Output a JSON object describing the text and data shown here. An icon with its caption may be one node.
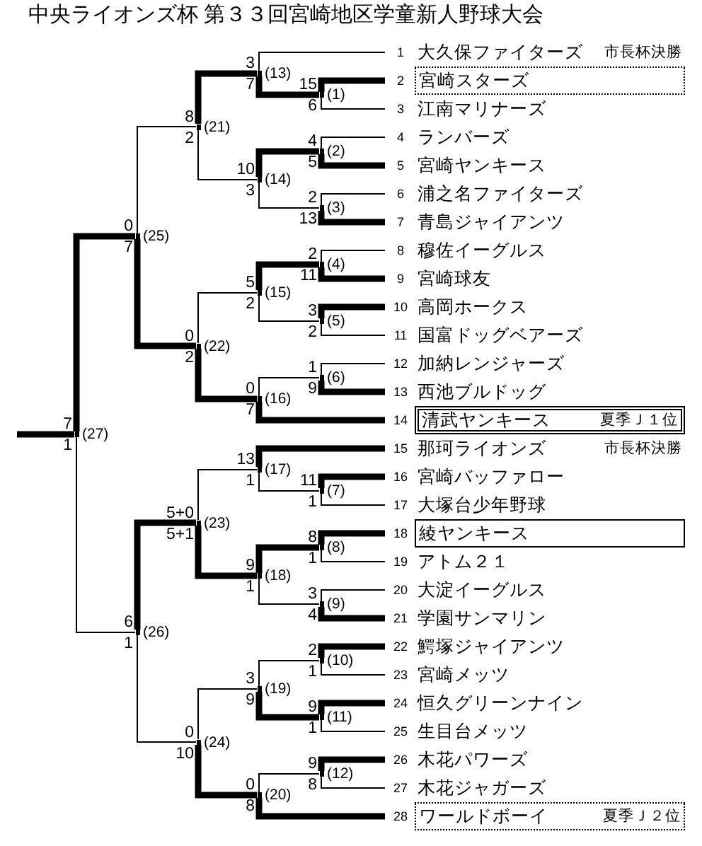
{
  "diagram": {
    "title": "中央ライオンズ杯 第３３回宮崎地区学童新人野球大会",
    "nodes": [
      {
        "text": [
          "大久保ファイターズ"
        ],
        "beside": [
          "1",
          "市長杯決勝"
        ]
      },
      {
        "text": [
          "宮崎スターズ"
        ],
        "beside": [
          "2"
        ]
      },
      {
        "text": [
          "江南マリナーズ"
        ],
        "beside": [
          "3"
        ]
      },
      {
        "text": [
          "ランバーズ"
        ],
        "beside": [
          "4"
        ]
      },
      {
        "text": [
          "宮崎ヤンキース"
        ],
        "beside": [
          "5"
        ]
      },
      {
        "text": [
          "浦之名ファイターズ"
        ],
        "beside": [
          "6"
        ]
      },
      {
        "text": [
          "青島ジャイアンツ"
        ],
        "beside": [
          "7"
        ]
      },
      {
        "text": [
          "穆佐イーグルス"
        ],
        "beside": [
          "8"
        ]
      },
      {
        "text": [
          "宮崎球友"
        ],
        "beside": [
          "9"
        ]
      },
      {
        "text": [
          "高岡ホークス"
        ],
        "beside": [
          "10"
        ]
      },
      {
        "text": [
          "国富ドッグベアーズ"
        ],
        "beside": [
          "11"
        ]
      },
      {
        "text": [
          "加納レンジャーズ"
        ],
        "beside": [
          "12"
        ]
      },
      {
        "text": [
          "西池ブルドッグ"
        ],
        "beside": [
          "13"
        ]
      },
      {
        "text": [
          "清武ヤンキース",
          "夏季Ｊ１位"
        ],
        "beside": [
          "14"
        ]
      },
      {
        "text": [
          "那珂ライオンズ"
        ],
        "beside": [
          "15",
          "市長杯決勝"
        ]
      },
      {
        "text": [
          "宮崎バッファロー"
        ],
        "beside": [
          "16"
        ]
      },
      {
        "text": [
          "大塚台少年野球"
        ],
        "beside": [
          "17"
        ]
      },
      {
        "text": [
          "綾ヤンキース"
        ],
        "beside": [
          "18"
        ]
      },
      {
        "text": [
          "アトム２１"
        ],
        "beside": [
          "19"
        ]
      },
      {
        "text": [
          "大淀イーグルス"
        ],
        "beside": [
          "20"
        ]
      },
      {
        "text": [
          "学園サンマリン"
        ],
        "beside": [
          "21"
        ]
      },
      {
        "text": [
          "鰐塚ジャイアンツ"
        ],
        "beside": [
          "22"
        ]
      },
      {
        "text": [
          "宮崎メッツ"
        ],
        "beside": [
          "23"
        ]
      },
      {
        "text": [
          "恒久グリーンナイン"
        ],
        "beside": [
          "24"
        ]
      },
      {
        "text": [
          "生目台メッツ"
        ],
        "beside": [
          "25"
        ]
      },
      {
        "text": [
          "木花パワーズ"
        ],
        "beside": [
          "26"
        ]
      },
      {
        "text": [
          "木花ジャガーズ"
        ],
        "beside": [
          "27"
        ]
      },
      {
        "text": [
          "ワールドボーイ",
          "夏季Ｊ２位"
        ],
        "beside": [
          "28"
        ]
      },
      {
        "text": [],
        "shape": "bar",
        "beside": [
          "(1)",
          "15",
          "6"
        ]
      },
      {
        "text": [],
        "shape": "bar",
        "beside": [
          "(2)",
          "4",
          "5"
        ]
      },
      {
        "text": [],
        "shape": "bar",
        "beside": [
          "(3)",
          "2",
          "13"
        ]
      },
      {
        "text": [],
        "shape": "bar",
        "beside": [
          "(4)",
          "2",
          "11"
        ]
      },
      {
        "text": [],
        "shape": "bar",
        "beside": [
          "(5)",
          "3",
          "2"
        ]
      },
      {
        "text": [],
        "shape": "bar",
        "beside": [
          "(6)",
          "1",
          "9"
        ]
      },
      {
        "text": [],
        "shape": "bar",
        "beside": [
          "(7)",
          "11",
          "1"
        ]
      },
      {
        "text": [],
        "shape": "bar",
        "beside": [
          "(8)",
          "8",
          "1"
        ]
      },
      {
        "text": [],
        "shape": "bar",
        "beside": [
          "(9)",
          "3",
          "4"
        ]
      },
      {
        "text": [],
        "shape": "bar",
        "beside": [
          "(10)",
          "2",
          "1"
        ]
      },
      {
        "text": [],
        "shape": "bar",
        "beside": [
          "(11)",
          "9",
          "1"
        ]
      },
      {
        "text": [],
        "shape": "bar",
        "beside": [
          "(12)",
          "9",
          "8"
        ]
      },
      {
        "text": [],
        "shape": "bar",
        "beside": [
          "(13)",
          "3",
          "7"
        ]
      },
      {
        "text": [],
        "shape": "bar",
        "beside": [
          "(14)",
          "10",
          "3"
        ]
      },
      {
        "text": [],
        "shape": "bar",
        "beside": [
          "(15)",
          "5",
          "2"
        ]
      },
      {
        "text": [],
        "shape": "bar",
        "beside": [
          "(16)",
          "0",
          "7"
        ]
      },
      {
        "text": [],
        "shape": "bar",
        "beside": [
          "(17)",
          "13",
          "1"
        ]
      },
      {
        "text": [],
        "shape": "bar",
        "beside": [
          "(18)",
          "9",
          "1"
        ]
      },
      {
        "text": [],
        "shape": "bar",
        "beside": [
          "(19)",
          "3",
          "9"
        ]
      },
      {
        "text": [],
        "shape": "bar",
        "beside": [
          "(20)",
          "0",
          "8"
        ]
      },
      {
        "text": [],
        "shape": "bar",
        "beside": [
          "(21)",
          "8",
          "2"
        ]
      },
      {
        "text": [],
        "shape": "bar",
        "beside": [
          "(22)",
          "0",
          "2"
        ]
      },
      {
        "text": [],
        "shape": "bar",
        "beside": [
          "(23)",
          "5+0",
          "5+1"
        ]
      },
      {
        "text": [],
        "shape": "bar",
        "beside": [
          "(24)",
          "0",
          "10"
        ]
      },
      {
        "text": [],
        "shape": "bar",
        "beside": [
          "(25)",
          "0",
          "7"
        ]
      },
      {
        "text": [],
        "shape": "bar",
        "beside": [
          "(26)",
          "6",
          "1"
        ]
      },
      {
        "text": [],
        "shape": "bar",
        "beside": [
          "(27)",
          "7",
          "1"
        ]
      }
    ],
    "edges": [
      {
        "from": 1,
        "to": 28,
        "arrow": "none",
        "style": "thick"
      },
      {
        "from": 2,
        "to": 28,
        "arrow": "none"
      },
      {
        "from": 3,
        "to": 29,
        "arrow": "none"
      },
      {
        "from": 4,
        "to": 29,
        "arrow": "none",
        "style": "thick"
      },
      {
        "from": 5,
        "to": 30,
        "arrow": "none"
      },
      {
        "from": 6,
        "to": 30,
        "arrow": "none",
        "style": "thick"
      },
      {
        "from": 7,
        "to": 31,
        "arrow": "none"
      },
      {
        "from": 8,
        "to": 31,
        "arrow": "none",
        "style": "thick"
      },
      {
        "from": 9,
        "to": 32,
        "arrow": "none",
        "style": "thick"
      },
      {
        "from": 10,
        "to": 32,
        "arrow": "none"
      },
      {
        "from": 11,
        "to": 33,
        "arrow": "none"
      },
      {
        "from": 12,
        "to": 33,
        "arrow": "none",
        "style": "thick"
      },
      {
        "from": 15,
        "to": 34,
        "arrow": "none",
        "style": "thick"
      },
      {
        "from": 16,
        "to": 34,
        "arrow": "none"
      },
      {
        "from": 17,
        "to": 35,
        "arrow": "none",
        "style": "thick"
      },
      {
        "from": 18,
        "to": 35,
        "arrow": "none"
      },
      {
        "from": 19,
        "to": 36,
        "arrow": "none"
      },
      {
        "from": 20,
        "to": 36,
        "arrow": "none",
        "style": "thick"
      },
      {
        "from": 21,
        "to": 37,
        "arrow": "none",
        "style": "thick"
      },
      {
        "from": 22,
        "to": 37,
        "arrow": "none"
      },
      {
        "from": 23,
        "to": 38,
        "arrow": "none",
        "style": "thick"
      },
      {
        "from": 24,
        "to": 38,
        "arrow": "none"
      },
      {
        "from": 25,
        "to": 39,
        "arrow": "none",
        "style": "thick"
      },
      {
        "from": 26,
        "to": 39,
        "arrow": "none"
      },
      {
        "from": 0,
        "to": 40,
        "arrow": "none"
      },
      {
        "from": 28,
        "to": 40,
        "arrow": "none",
        "style": "thick"
      },
      {
        "from": 29,
        "to": 41,
        "arrow": "none",
        "style": "thick"
      },
      {
        "from": 30,
        "to": 41,
        "arrow": "none"
      },
      {
        "from": 31,
        "to": 42,
        "arrow": "none",
        "style": "thick"
      },
      {
        "from": 32,
        "to": 42,
        "arrow": "none"
      },
      {
        "from": 33,
        "to": 43,
        "arrow": "none"
      },
      {
        "from": 13,
        "to": 43,
        "arrow": "none",
        "style": "thick"
      },
      {
        "from": 14,
        "to": 44,
        "arrow": "none",
        "style": "thick"
      },
      {
        "from": 34,
        "to": 44,
        "arrow": "none"
      },
      {
        "from": 35,
        "to": 45,
        "arrow": "none",
        "style": "thick"
      },
      {
        "from": 36,
        "to": 45,
        "arrow": "none"
      },
      {
        "from": 37,
        "to": 46,
        "arrow": "none"
      },
      {
        "from": 38,
        "to": 46,
        "arrow": "none",
        "style": "thick"
      },
      {
        "from": 39,
        "to": 47,
        "arrow": "none"
      },
      {
        "from": 27,
        "to": 47,
        "arrow": "none",
        "style": "thick"
      },
      {
        "from": 40,
        "to": 48,
        "arrow": "none",
        "style": "thick"
      },
      {
        "from": 41,
        "to": 48,
        "arrow": "none"
      },
      {
        "from": 42,
        "to": 49,
        "arrow": "none"
      },
      {
        "from": 43,
        "to": 49,
        "arrow": "none",
        "style": "thick"
      },
      {
        "from": 44,
        "to": 50,
        "arrow": "none"
      },
      {
        "from": 45,
        "to": 50,
        "arrow": "none",
        "style": "thick"
      },
      {
        "from": 46,
        "to": 51,
        "arrow": "none"
      },
      {
        "from": 47,
        "to": 51,
        "arrow": "none",
        "style": "thick"
      },
      {
        "from": 48,
        "to": 52,
        "arrow": "none"
      },
      {
        "from": 49,
        "to": 52,
        "arrow": "none",
        "style": "thick"
      },
      {
        "from": 50,
        "to": 53,
        "arrow": "none",
        "style": "thick"
      },
      {
        "from": 51,
        "to": 53,
        "arrow": "none"
      },
      {
        "from": 52,
        "to": 54,
        "arrow": "none",
        "style": "thick"
      },
      {
        "from": 53,
        "to": 54,
        "arrow": "none"
      }
    ]
  }
}
